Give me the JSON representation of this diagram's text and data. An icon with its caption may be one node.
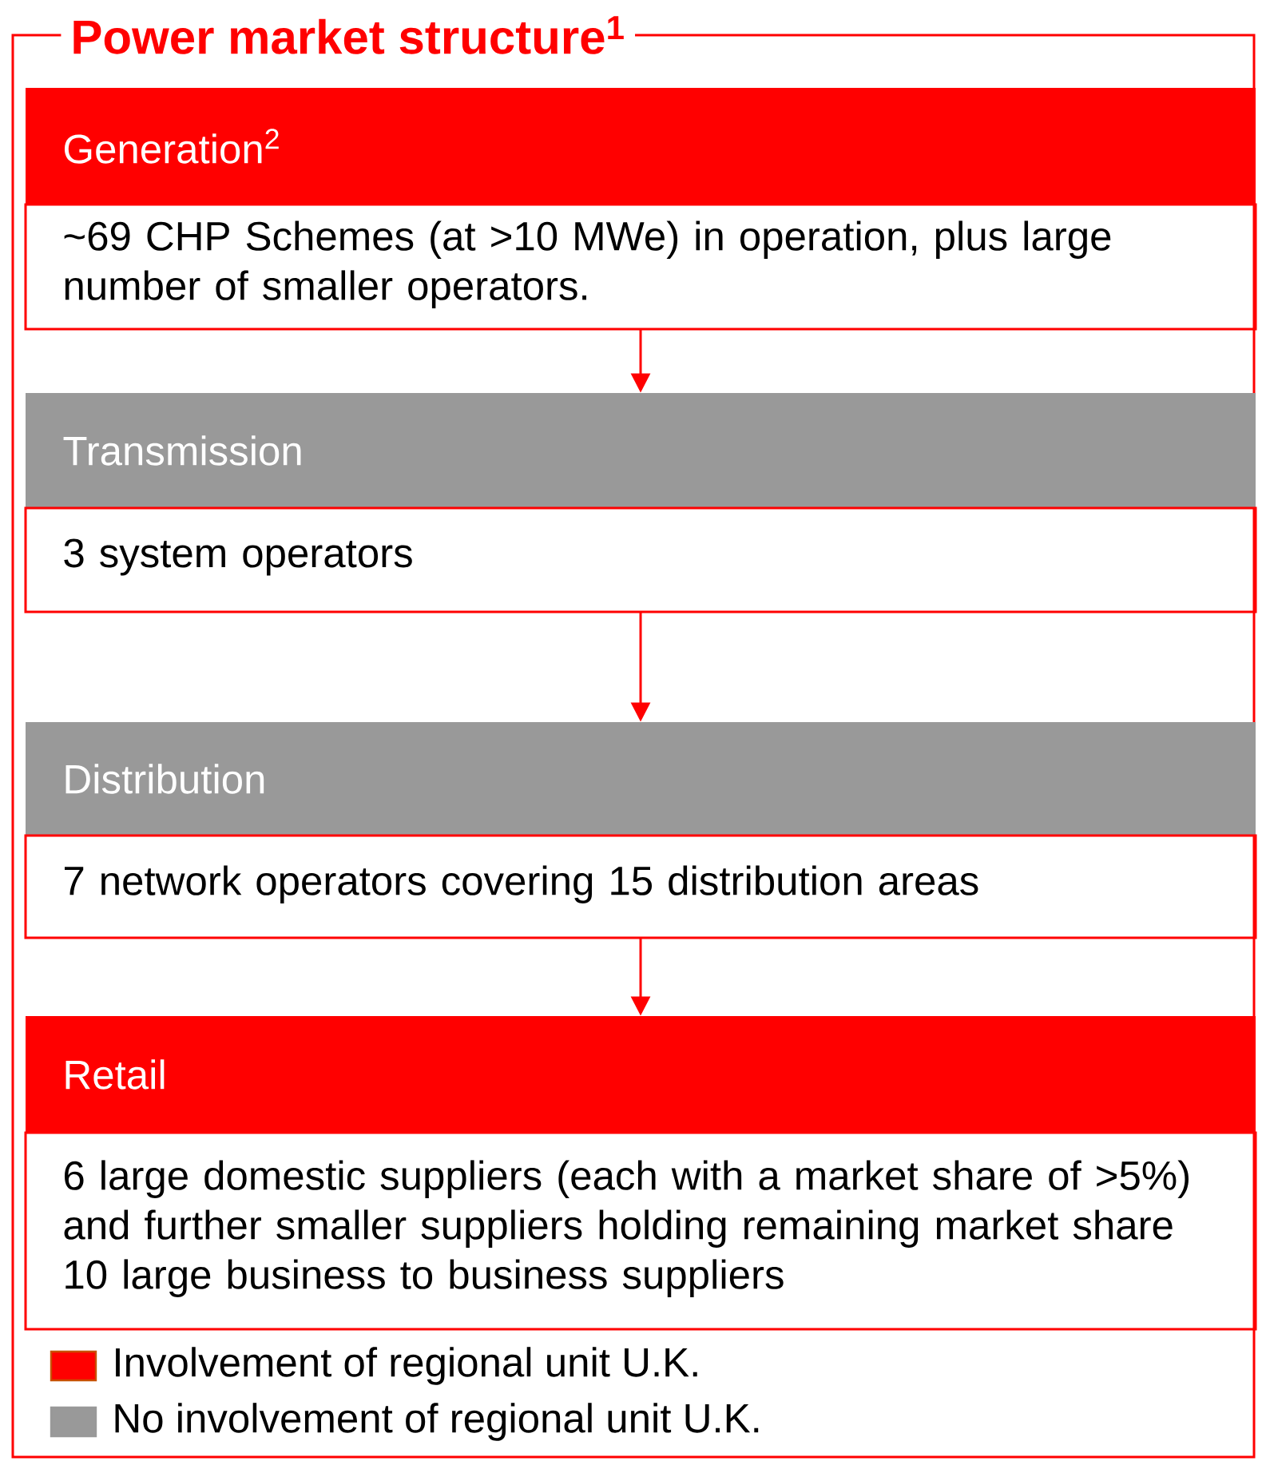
{
  "diagram": {
    "nodes": [
      {
        "text": [
          "Power market structure$^{1}$"
        ]
      },
      {
        "text": [
          "Generation$^{2}$",
          "~69 CHP Schemes (at >10 MWe) in operation, plus large number of smaller operators."
        ],
        "in": 0
      },
      {
        "text": [
          "Transmission",
          "3 system operators"
        ],
        "in": 0
      },
      {
        "text": [
          "Distribution",
          "7 network operators covering 15 distribution areas"
        ],
        "in": 0
      },
      {
        "text": [
          "Retail",
          "6 large domestic suppliers (each with a market share of >5%) and further smaller suppliers holding remaining market share",
          "10 large business to business suppliers"
        ],
        "in": 0
      }
    ],
    "edges": [
      {
        "from": 1,
        "to": 2,
        "arrow": "to"
      },
      {
        "from": 2,
        "to": 3,
        "arrow": "to"
      },
      {
        "from": 3,
        "to": 4,
        "arrow": "to"
      }
    ],
    "legend": [
      {
        "text": "Involvement of regional unit U.K.",
        "color": "#ff0000"
      },
      {
        "text": "No involvement of regional unit U.K.",
        "color": "#999999"
      }
    ]
  }
}
